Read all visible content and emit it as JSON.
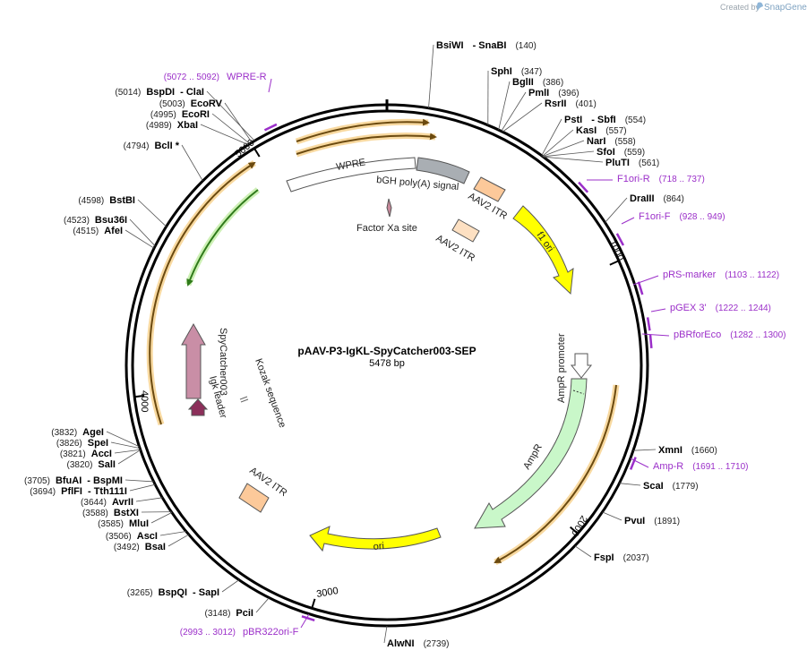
{
  "credit": {
    "created_by": "Created by",
    "brand": "SnapGene"
  },
  "plasmid": {
    "name": "pAAV-P3-IgKL-SpyCatcher003-SEP",
    "size_label": "5478 bp",
    "length": 5478
  },
  "ruler_ticks": [
    {
      "bp": 1000,
      "label": "1000"
    },
    {
      "bp": 2000,
      "label": "2000"
    },
    {
      "bp": 3000,
      "label": "3000"
    },
    {
      "bp": 4000,
      "label": "4000"
    },
    {
      "bp": 5000,
      "label": "5000"
    }
  ],
  "enzymes_right": [
    {
      "name": "BsiWI",
      "name2": "SnaBI",
      "pos": "(140)",
      "bp": 140
    },
    {
      "name": "SphI",
      "pos": "(347)",
      "bp": 347
    },
    {
      "name": "BglII",
      "pos": "(386)",
      "bp": 386
    },
    {
      "name": "PmlI",
      "pos": "(396)",
      "bp": 396
    },
    {
      "name": "RsrII",
      "pos": "(401)",
      "bp": 401
    },
    {
      "name": "PstI",
      "name2": "SbfI",
      "pos": "(554)",
      "bp": 554
    },
    {
      "name": "KasI",
      "pos": "(557)",
      "bp": 557
    },
    {
      "name": "NarI",
      "pos": "(558)",
      "bp": 558
    },
    {
      "name": "SfoI",
      "pos": "(559)",
      "bp": 559
    },
    {
      "name": "PluTI",
      "pos": "(561)",
      "bp": 561
    },
    {
      "name": "DraIII",
      "pos": "(864)",
      "bp": 864
    },
    {
      "name": "XmnI",
      "pos": "(1660)",
      "bp": 1660
    },
    {
      "name": "ScaI",
      "pos": "(1779)",
      "bp": 1779
    },
    {
      "name": "PvuI",
      "pos": "(1891)",
      "bp": 1891
    },
    {
      "name": "FspI",
      "pos": "(2037)",
      "bp": 2037
    },
    {
      "name": "AlwNI",
      "pos": "(2739)",
      "bp": 2739
    }
  ],
  "enzymes_left": [
    {
      "name": "BspDI",
      "name2": "ClaI",
      "pos": "(5014)",
      "bp": 5014
    },
    {
      "name": "EcoRV",
      "pos": "(5003)",
      "bp": 5003
    },
    {
      "name": "EcoRI",
      "pos": "(4995)",
      "bp": 4995
    },
    {
      "name": "XbaI",
      "pos": "(4989)",
      "bp": 4989
    },
    {
      "name": "BclI *",
      "pos": "(4794)",
      "bp": 4794
    },
    {
      "name": "BstBI",
      "pos": "(4598)",
      "bp": 4598
    },
    {
      "name": "Bsu36I",
      "pos": "(4523)",
      "bp": 4523
    },
    {
      "name": "AfeI",
      "pos": "(4515)",
      "bp": 4515
    },
    {
      "name": "AgeI",
      "pos": "(3832)",
      "bp": 3832
    },
    {
      "name": "SpeI",
      "pos": "(3826)",
      "bp": 3826
    },
    {
      "name": "AccI",
      "pos": "(3821)",
      "bp": 3821
    },
    {
      "name": "SalI",
      "pos": "(3820)",
      "bp": 3820
    },
    {
      "name": "BfuAI",
      "name2": "BspMI",
      "pos": "(3705)",
      "bp": 3705
    },
    {
      "name": "PflFI",
      "name2": "Tth111I",
      "pos": "(3694)",
      "bp": 3694
    },
    {
      "name": "AvrII",
      "pos": "(3644)",
      "bp": 3644
    },
    {
      "name": "BstXI",
      "pos": "(3588)",
      "bp": 3588
    },
    {
      "name": "MluI",
      "pos": "(3585)",
      "bp": 3585
    },
    {
      "name": "AscI",
      "pos": "(3506)",
      "bp": 3506
    },
    {
      "name": "BsaI",
      "pos": "(3492)",
      "bp": 3492
    },
    {
      "name": "BspQI",
      "name2": "SapI",
      "pos": "(3265)",
      "bp": 3265
    },
    {
      "name": "PciI",
      "pos": "(3148)",
      "bp": 3148
    }
  ],
  "primers": [
    {
      "name": "WPRE-R",
      "range": "(5072 .. 5092)",
      "bp": 5082
    },
    {
      "name": "F1ori-R",
      "range": "(718 .. 737)",
      "bp": 727
    },
    {
      "name": "F1ori-F",
      "range": "(928 .. 949)",
      "bp": 938
    },
    {
      "name": "pRS-marker",
      "range": "(1103 .. 1122)",
      "bp": 1112
    },
    {
      "name": "pGEX 3'",
      "range": "(1222 .. 1244)",
      "bp": 1233
    },
    {
      "name": "pBRforEco",
      "range": "(1282 .. 1300)",
      "bp": 1291
    },
    {
      "name": "Amp-R",
      "range": "(1691 .. 1710)",
      "bp": 1700
    },
    {
      "name": "pBR322ori-F",
      "range": "(2993 .. 3012)",
      "bp": 3002
    }
  ],
  "features": [
    {
      "name": "WPRE",
      "color": "#ffffff"
    },
    {
      "name": "bGH poly(A) signal",
      "color": "#a9aeb3"
    },
    {
      "name": "AAV2 ITR",
      "color": "#fcc99a"
    },
    {
      "name": "Factor Xa site",
      "color": "#c98a9c"
    },
    {
      "name": "AAV2 ITR",
      "color": "#fde0c2"
    },
    {
      "name": "f1 ori",
      "color": "#ffff00"
    },
    {
      "name": "AmpR promoter",
      "color": "#ffffff"
    },
    {
      "name": "AmpR",
      "color": "#c9f7c9"
    },
    {
      "name": "ori",
      "color": "#ffff00"
    },
    {
      "name": "AAV2 ITR",
      "color": "#fcc99a"
    },
    {
      "name": "Kozak sequence",
      "color": "#888888"
    },
    {
      "name": "SpyCatcher003",
      "color": "#c98ea6"
    },
    {
      "name": "Igk leader",
      "color": "#8c2f5a"
    }
  ],
  "colors": {
    "backbone": "#000000",
    "primer": "#9b2fc9",
    "orf": "#f5c46e",
    "orf_green": "#6cc040"
  }
}
